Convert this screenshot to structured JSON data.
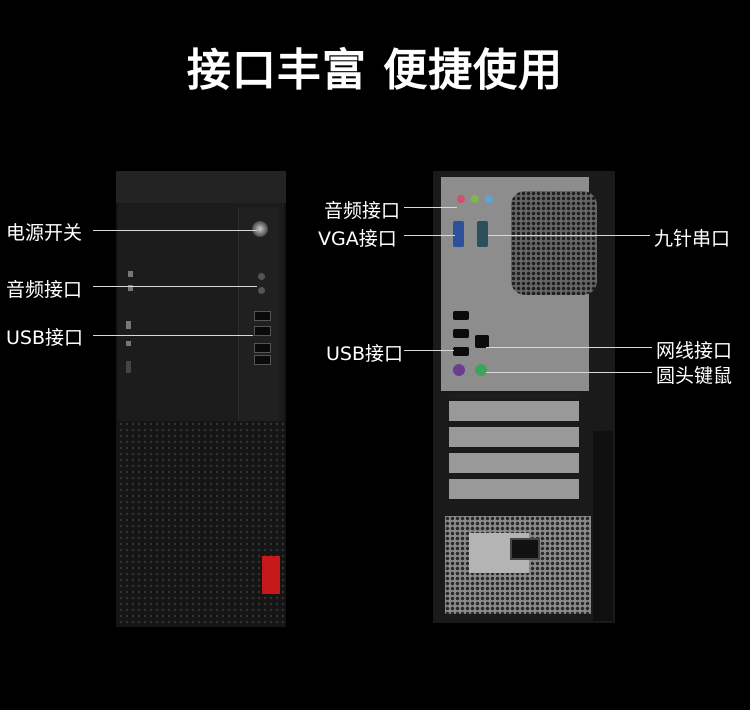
{
  "title": "接口丰富 便捷使用",
  "front_labels": {
    "power": "电源开关",
    "audio": "音频接口",
    "usb": "USB接口"
  },
  "back_labels": {
    "audio": "音频接口",
    "vga": "VGA接口",
    "usb": "USB接口",
    "serial": "九针串口",
    "network": "网线接口",
    "ps2": "圆头键鼠"
  },
  "colors": {
    "background": "#000000",
    "text": "#ffffff",
    "brand_red": "#c8191a"
  }
}
